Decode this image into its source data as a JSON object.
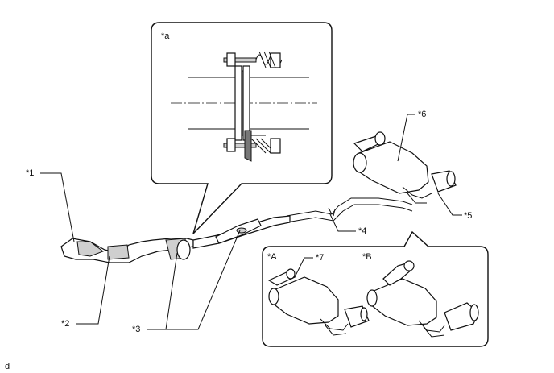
{
  "labels": {
    "c1": "*1",
    "c2": "*2",
    "c3": "*3",
    "c4": "*4",
    "c5": "*5",
    "c6": "*6",
    "c7": "*7",
    "detail_a": "*a",
    "variant_A": "*A",
    "variant_B": "*B",
    "corner": "d"
  }
}
